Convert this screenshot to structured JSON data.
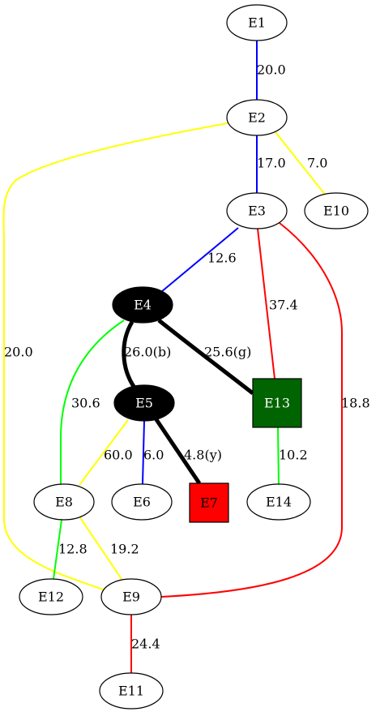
{
  "nodes": {
    "E1": {
      "label": "E1",
      "shape": "ellipse",
      "fill": "#ffffff",
      "text_color": "#000000"
    },
    "E2": {
      "label": "E2",
      "shape": "ellipse",
      "fill": "#ffffff",
      "text_color": "#000000"
    },
    "E3": {
      "label": "E3",
      "shape": "ellipse",
      "fill": "#ffffff",
      "text_color": "#000000"
    },
    "E4": {
      "label": "E4",
      "shape": "ellipse",
      "fill": "#000000",
      "text_color": "#ffffff"
    },
    "E5": {
      "label": "E5",
      "shape": "ellipse",
      "fill": "#000000",
      "text_color": "#ffffff"
    },
    "E6": {
      "label": "E6",
      "shape": "ellipse",
      "fill": "#ffffff",
      "text_color": "#000000"
    },
    "E7": {
      "label": "E7",
      "shape": "box",
      "fill": "#ff0000",
      "text_color": "#000000"
    },
    "E8": {
      "label": "E8",
      "shape": "ellipse",
      "fill": "#ffffff",
      "text_color": "#000000"
    },
    "E9": {
      "label": "E9",
      "shape": "ellipse",
      "fill": "#ffffff",
      "text_color": "#000000"
    },
    "E10": {
      "label": "E10",
      "shape": "ellipse",
      "fill": "#ffffff",
      "text_color": "#000000"
    },
    "E11": {
      "label": "E11",
      "shape": "ellipse",
      "fill": "#ffffff",
      "text_color": "#000000"
    },
    "E12": {
      "label": "E12",
      "shape": "ellipse",
      "fill": "#ffffff",
      "text_color": "#000000"
    },
    "E13": {
      "label": "E13",
      "shape": "box",
      "fill": "#006400",
      "text_color": "#ffffff"
    },
    "E14": {
      "label": "E14",
      "shape": "ellipse",
      "fill": "#ffffff",
      "text_color": "#000000"
    }
  },
  "edges": [
    {
      "id": "E1-E2",
      "from": "E1",
      "to": "E2",
      "label": "20.0",
      "color": "#0000ff",
      "weight": "normal"
    },
    {
      "id": "E2-E3",
      "from": "E2",
      "to": "E3",
      "label": "17.0",
      "color": "#0000ff",
      "weight": "normal"
    },
    {
      "id": "E2-E10",
      "from": "E2",
      "to": "E10",
      "label": "7.0",
      "color": "#ffff00",
      "weight": "normal"
    },
    {
      "id": "E2-E9",
      "from": "E2",
      "to": "E9",
      "label": "20.0",
      "color": "#ffff00",
      "weight": "normal"
    },
    {
      "id": "E3-E4",
      "from": "E3",
      "to": "E4",
      "label": "12.6",
      "color": "#0000ff",
      "weight": "normal"
    },
    {
      "id": "E3-E13",
      "from": "E3",
      "to": "E13",
      "label": "37.4",
      "color": "#ff0000",
      "weight": "normal"
    },
    {
      "id": "E3-E9",
      "from": "E3",
      "to": "E9",
      "label": "18.8",
      "color": "#ff0000",
      "weight": "normal"
    },
    {
      "id": "E4-E5",
      "from": "E4",
      "to": "E5",
      "label": "26.0(b)",
      "color": "#000000",
      "weight": "bold"
    },
    {
      "id": "E4-E13",
      "from": "E4",
      "to": "E13",
      "label": "25.6(g)",
      "color": "#000000",
      "weight": "bold"
    },
    {
      "id": "E4-E8",
      "from": "E4",
      "to": "E8",
      "label": "30.6",
      "color": "#00ff00",
      "weight": "normal"
    },
    {
      "id": "E5-E8",
      "from": "E5",
      "to": "E8",
      "label": "60.0",
      "color": "#ffff00",
      "weight": "normal"
    },
    {
      "id": "E5-E6",
      "from": "E5",
      "to": "E6",
      "label": "6.0",
      "color": "#0000ff",
      "weight": "normal"
    },
    {
      "id": "E5-E7",
      "from": "E5",
      "to": "E7",
      "label": "4.8(y)",
      "color": "#000000",
      "weight": "bold"
    },
    {
      "id": "E13-E14",
      "from": "E13",
      "to": "E14",
      "label": "10.2",
      "color": "#00ff00",
      "weight": "normal"
    },
    {
      "id": "E8-E12",
      "from": "E8",
      "to": "E12",
      "label": "12.8",
      "color": "#00ff00",
      "weight": "normal"
    },
    {
      "id": "E8-E9",
      "from": "E8",
      "to": "E9",
      "label": "19.2",
      "color": "#ffff00",
      "weight": "normal"
    },
    {
      "id": "E9-E11",
      "from": "E9",
      "to": "E11",
      "label": "24.4",
      "color": "#ff0000",
      "weight": "normal"
    }
  ]
}
